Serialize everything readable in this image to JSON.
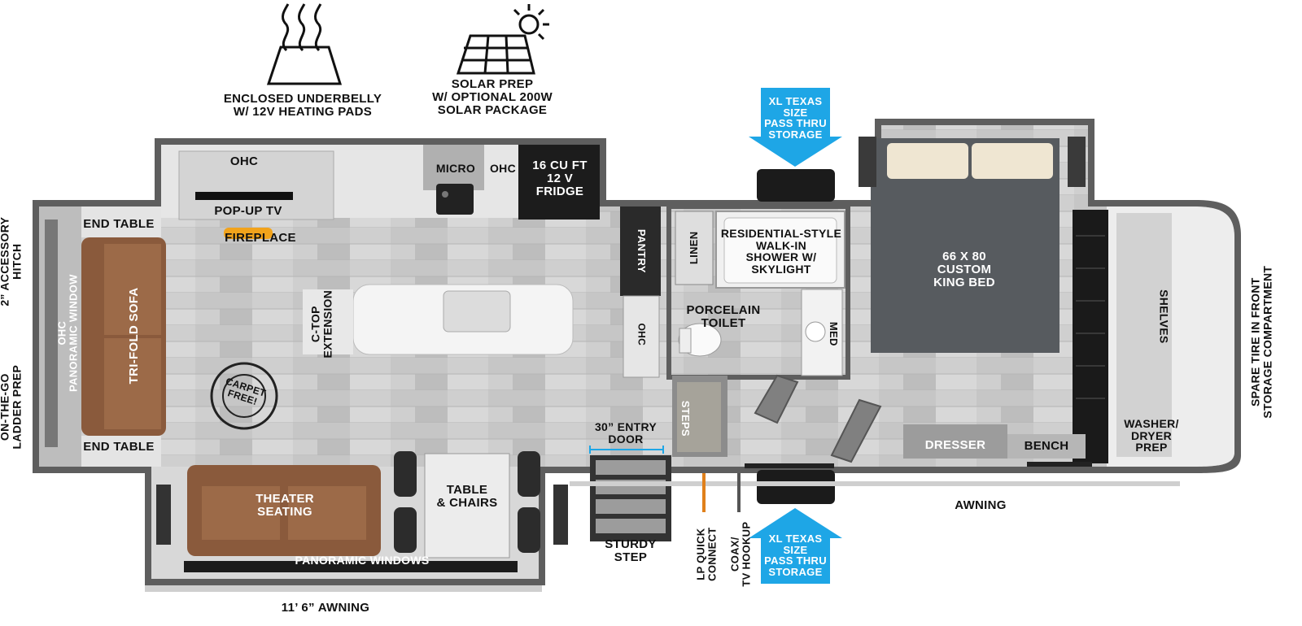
{
  "features": {
    "underbelly": "ENCLOSED UNDERBELLY\nW/ 12V HEATING PADS",
    "solar": "SOLAR PREP\nW/ OPTIONAL 200W\nSOLAR PACKAGE",
    "storage_top": "XL TEXAS SIZE\nPASS THRU\nSTORAGE",
    "storage_bottom": "XL TEXAS SIZE\nPASS THRU\nSTORAGE"
  },
  "rooms": {
    "ohc_top": "OHC",
    "micro": "MICRO",
    "ohc_micro": "OHC",
    "fridge": "16 CU FT\n12 V\nFRIDGE",
    "popup_tv": "POP-UP TV",
    "fireplace": "FIREPLACE",
    "end_table_top": "END TABLE",
    "end_table_bottom": "END TABLE",
    "sofa": "TRI-FOLD SOFA",
    "ohc_window": "OHC\nPANORAMIC WINDOW",
    "ctop": "C-TOP\nEXTENSION",
    "carpet": "CARPET\nFREE!",
    "pantry": "PANTRY",
    "ohc_pantry": "OHC",
    "linen": "LINEN",
    "shower": "RESIDENTIAL-STYLE\nWALK-IN\nSHOWER W/\nSKYLIGHT",
    "toilet": "PORCELAIN\nTOILET",
    "med": "MED",
    "steps": "STEPS",
    "bed": "66 X 80\nCUSTOM\nKING BED",
    "shelves": "SHELVES",
    "washer": "WASHER/\nDRYER\nPREP",
    "dresser": "DRESSER",
    "bench": "BENCH",
    "entry_door": "30” ENTRY\nDOOR",
    "theater": "THEATER\nSEATING",
    "table": "TABLE\n& CHAIRS",
    "pano_windows": "PANORAMIC WINDOWS"
  },
  "exterior": {
    "hitch": "2” ACCESSORY\nHITCH",
    "ladder": "ON-THE-GO\nLADDER PREP",
    "spare_tire": "SPARE TIRE IN FRONT\nSTORAGE COMPARTMENT",
    "awning_right": "AWNING",
    "awning_left": "11’ 6” AWNING",
    "sturdy_step": "STURDY\nSTEP",
    "lp": "LP QUICK\nCONNECT",
    "coax": "COAX/\nTV HOOKUP"
  },
  "colors": {
    "wall": "#5e5e5e",
    "floor": "#cfcfcf",
    "sofa": "#8a5a3c",
    "bed": "#565a5e",
    "pillow": "#efe6d2",
    "arrow": "#1ea6e6"
  }
}
